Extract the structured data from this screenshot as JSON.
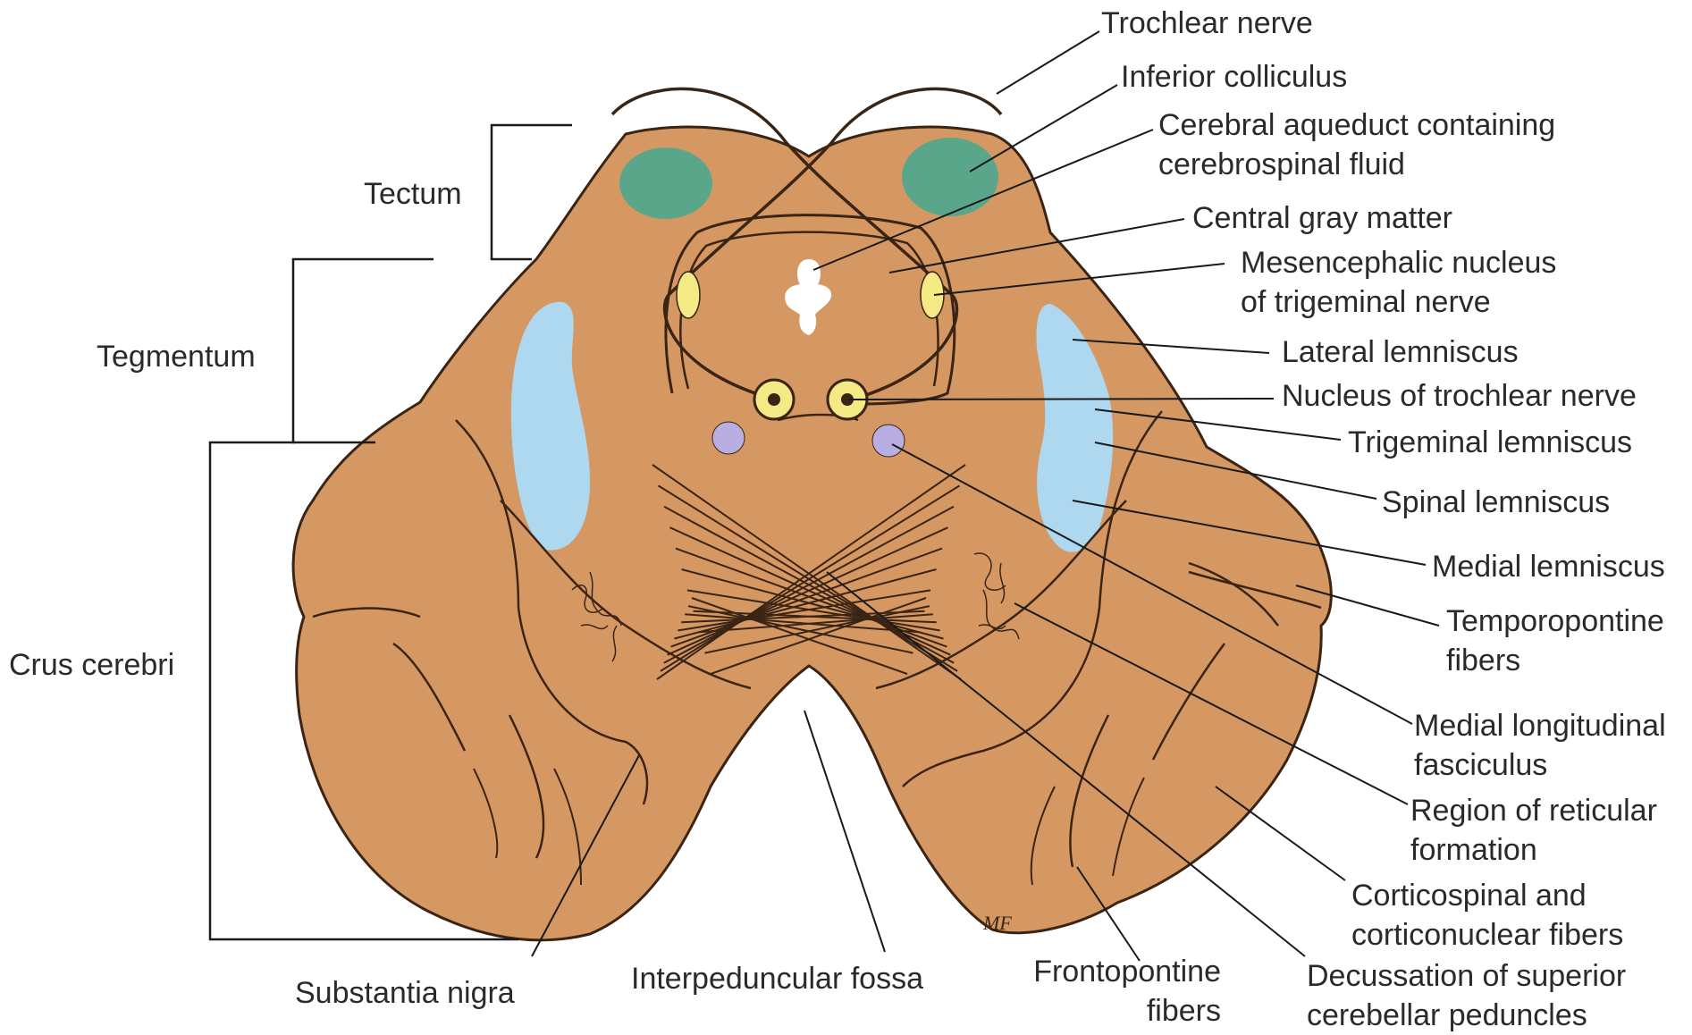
{
  "colors": {
    "tissue": "#d69863",
    "outline": "#3a2414",
    "colliculus": "#5aa68a",
    "lemniscus": "#aed8f0",
    "nucleus_yellow": "#f3ea86",
    "mlf_purple": "#b8aee2",
    "aqueduct": "#ffffff",
    "leader": "#1a1a1a"
  },
  "labels": {
    "tectum": "Tectum",
    "tegmentum": "Tegmentum",
    "crus_cerebri": "Crus cerebri",
    "trochlear_nerve": "Trochlear nerve",
    "inferior_colliculus": "Inferior colliculus",
    "cerebral_aqueduct": [
      "Cerebral aqueduct containing",
      "cerebrospinal fluid"
    ],
    "central_gray": "Central gray matter",
    "mesencephalic_nucleus": [
      "Mesencephalic nucleus",
      "of trigeminal nerve"
    ],
    "lateral_lemniscus": "Lateral lemniscus",
    "nucleus_trochlear": "Nucleus of trochlear nerve",
    "trigeminal_lemniscus": "Trigeminal lemniscus",
    "spinal_lemniscus": "Spinal lemniscus",
    "medial_lemniscus": "Medial lemniscus",
    "temporopontine": [
      "Temporopontine",
      "fibers"
    ],
    "mlf": [
      "Medial longitudinal",
      "fasciculus"
    ],
    "reticular": [
      "Region of reticular",
      "formation"
    ],
    "corticospinal": [
      "Corticospinal and",
      "corticonuclear fibers"
    ],
    "decussation": [
      "Decussation of superior",
      "cerebellar peduncles"
    ],
    "frontopontine": [
      "Frontopontine",
      "fibers"
    ],
    "interpeduncular": "Interpeduncular fossa",
    "substantia_nigra": "Substantia nigra"
  },
  "signature": "MF"
}
